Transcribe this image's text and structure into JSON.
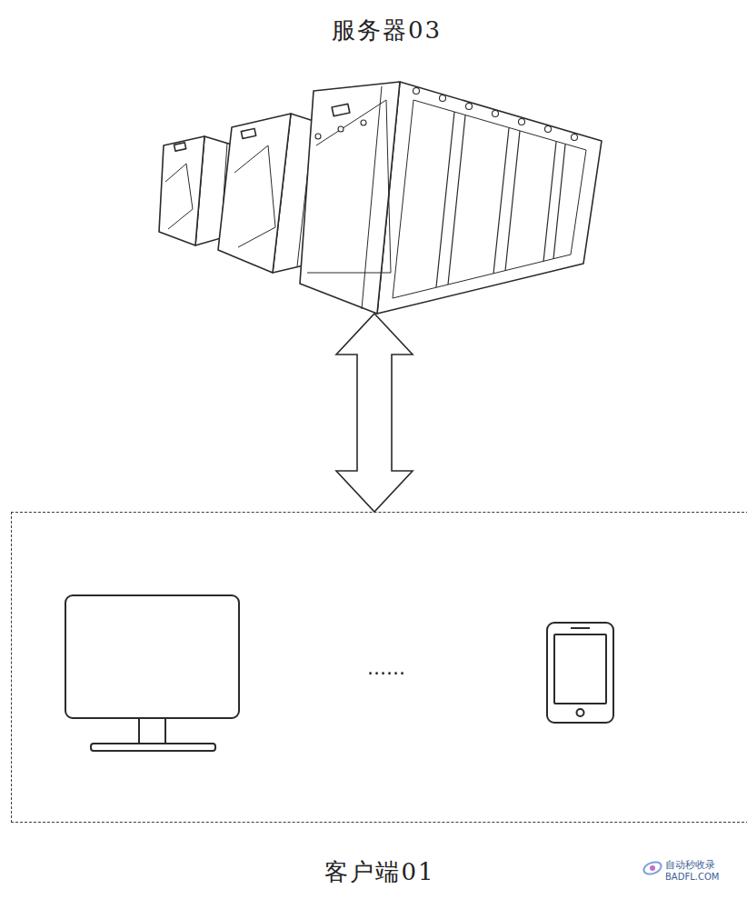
{
  "diagram": {
    "nodes": [
      {
        "text": [
          "服务器03"
        ]
      },
      {
        "text": [
          "客户端01"
        ]
      }
    ],
    "edges": [
      {
        "from": 0,
        "to": 1,
        "arrow": "both"
      }
    ],
    "labels": [
      "......",
      "自动秒收录",
      "BADFL.COM"
    ]
  }
}
